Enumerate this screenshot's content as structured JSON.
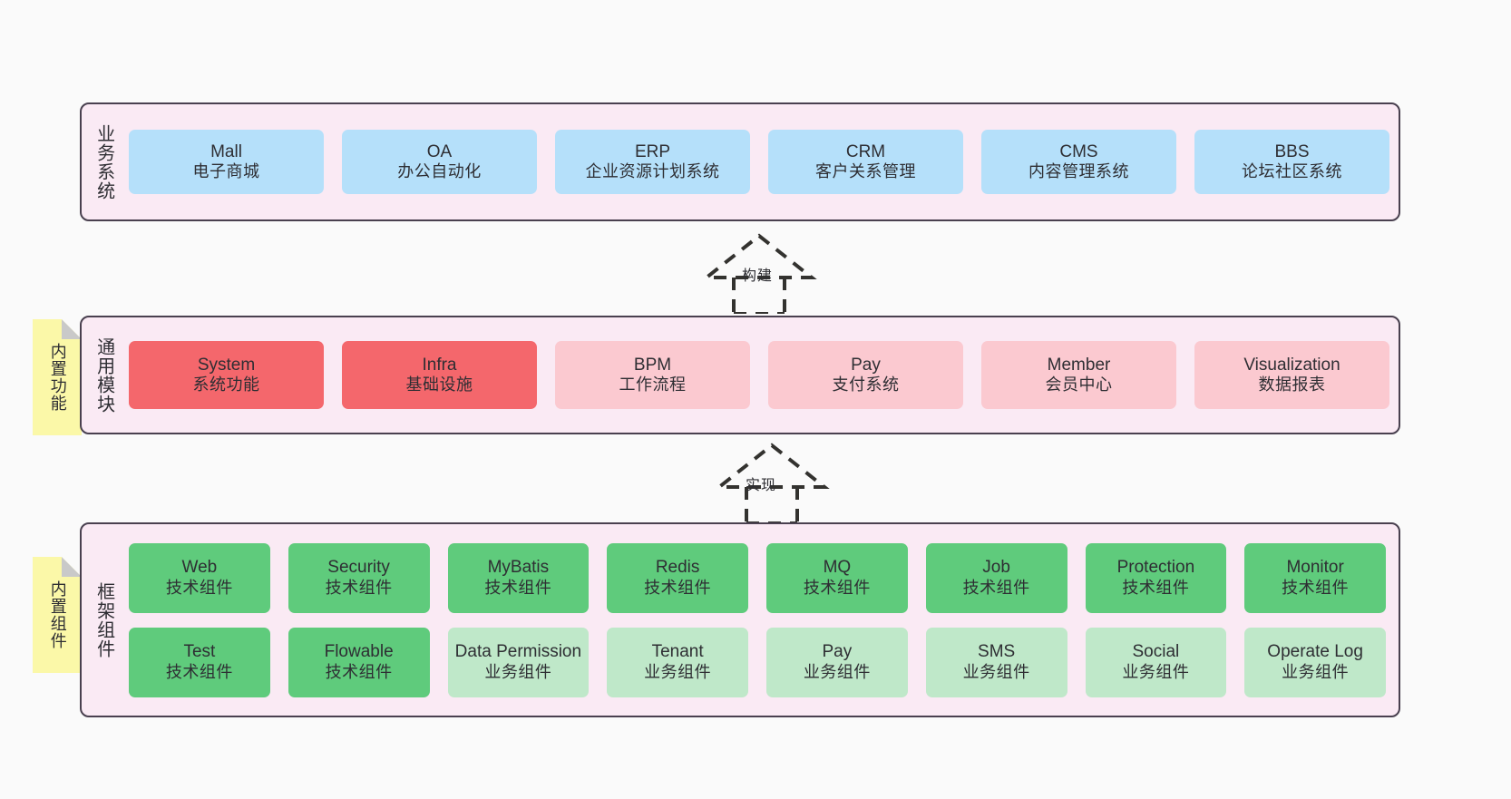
{
  "diagram": {
    "background": "#fafafa",
    "panel_fill": "#faeaf4",
    "panel_border": "#49404f",
    "note_fill": "#fbf8a8",
    "colors": {
      "blue": "#b5e0fa",
      "red": "#f4676c",
      "pink": "#fbc9d0",
      "green": "#5fcb7c",
      "light_green": "#bfe8c9"
    }
  },
  "layers": {
    "business": {
      "title": "业务系统",
      "nodes": [
        {
          "name": "Mall",
          "sub": "电子商城"
        },
        {
          "name": "OA",
          "sub": "办公自动化"
        },
        {
          "name": "ERP",
          "sub": "企业资源计划系统"
        },
        {
          "name": "CRM",
          "sub": "客户关系管理"
        },
        {
          "name": "CMS",
          "sub": "内容管理系统"
        },
        {
          "name": "BBS",
          "sub": "论坛社区系统"
        }
      ]
    },
    "modules": {
      "title": "通用模块",
      "nodes": [
        {
          "name": "System",
          "sub": "系统功能"
        },
        {
          "name": "Infra",
          "sub": "基础设施"
        },
        {
          "name": "BPM",
          "sub": "工作流程"
        },
        {
          "name": "Pay",
          "sub": "支付系统"
        },
        {
          "name": "Member",
          "sub": "会员中心"
        },
        {
          "name": "Visualization",
          "sub": "数据报表"
        }
      ]
    },
    "framework": {
      "title": "框架组件",
      "row1": [
        {
          "name": "Web",
          "sub": "技术组件"
        },
        {
          "name": "Security",
          "sub": "技术组件"
        },
        {
          "name": "MyBatis",
          "sub": "技术组件"
        },
        {
          "name": "Redis",
          "sub": "技术组件"
        },
        {
          "name": "MQ",
          "sub": "技术组件"
        },
        {
          "name": "Job",
          "sub": "技术组件"
        },
        {
          "name": "Protection",
          "sub": "技术组件"
        },
        {
          "name": "Monitor",
          "sub": "技术组件"
        }
      ],
      "row2": [
        {
          "name": "Test",
          "sub": "技术组件"
        },
        {
          "name": "Flowable",
          "sub": "技术组件"
        },
        {
          "name": "Data Permission",
          "sub": "业务组件"
        },
        {
          "name": "Tenant",
          "sub": "业务组件"
        },
        {
          "name": "Pay",
          "sub": "业务组件"
        },
        {
          "name": "SMS",
          "sub": "业务组件"
        },
        {
          "name": "Social",
          "sub": "业务组件"
        },
        {
          "name": "Operate Log",
          "sub": "业务组件"
        }
      ]
    }
  },
  "notes": {
    "builtin_function": "内置功能",
    "builtin_component": "内置组件"
  },
  "connectors": {
    "build": "构建",
    "implement": "实现"
  }
}
